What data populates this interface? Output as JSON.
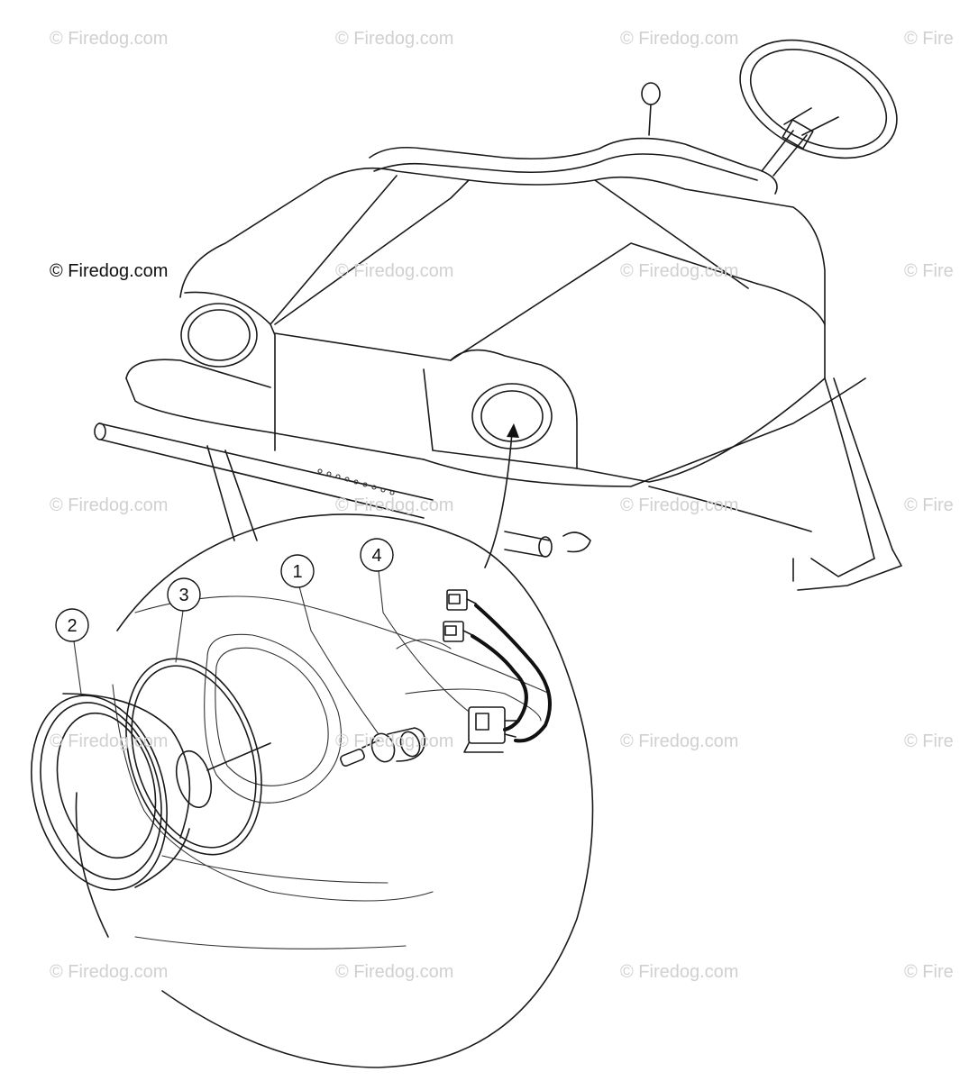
{
  "watermark": {
    "text": "© Firedog.com",
    "text_clipped": "© Fire"
  },
  "callouts": [
    {
      "id": "1",
      "label": "1"
    },
    {
      "id": "2",
      "label": "2"
    },
    {
      "id": "3",
      "label": "3"
    },
    {
      "id": "4",
      "label": "4"
    }
  ],
  "colors": {
    "line": "#1a1a1a",
    "watermark": "#d0d0d0",
    "background": "#ffffff"
  }
}
